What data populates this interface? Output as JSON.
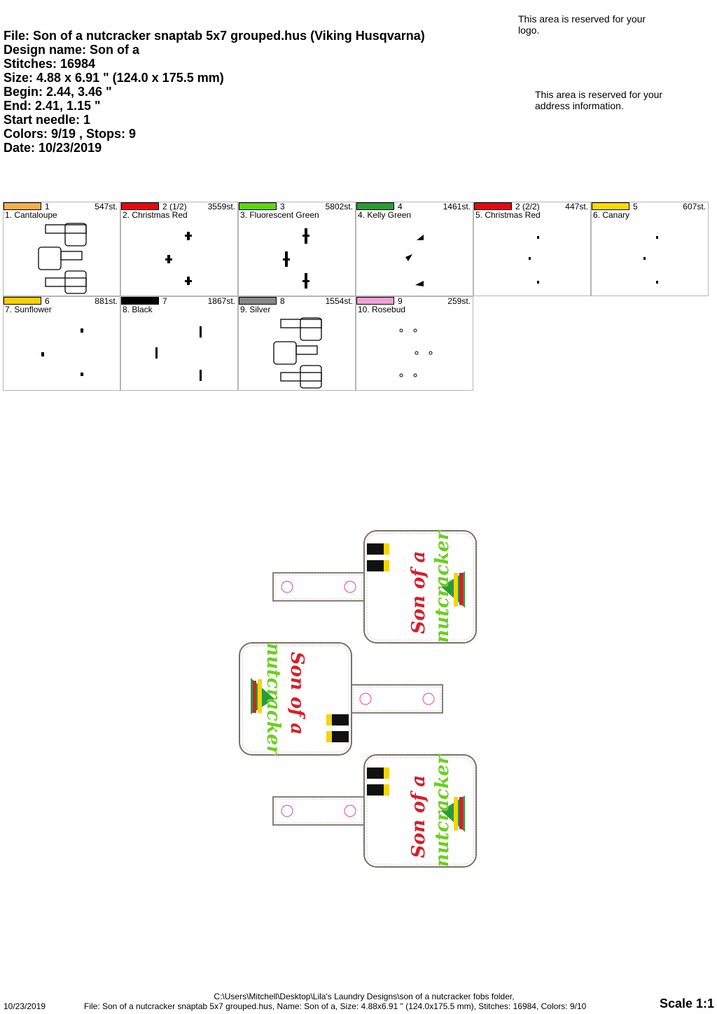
{
  "header": {
    "file": "File: Son of a nutcracker snaptab 5x7 grouped.hus  (Viking Husqvarna)",
    "design_name": "Design name: Son of a",
    "stitches": "Stitches: 16984",
    "size": "Size: 4.88 x 6.91 \" (124.0 x 175.5 mm)",
    "begin": "Begin: 2.44, 3.46 \"",
    "end": "End: 2.41, 1.15 \"",
    "start_needle": "Start needle: 1",
    "colors": "Colors: 9/19 , Stops: 9",
    "date": "Date: 10/23/2019"
  },
  "notes": {
    "logo": "This area is reserved for your logo.",
    "address": "This area is reserved for your address information."
  },
  "colors": [
    {
      "num": "1",
      "stitches": "547st.",
      "name": "1. Cantaloupe",
      "color": "#f4b04b",
      "preview": "tabs"
    },
    {
      "num": "2 (1/2)",
      "stitches": "3559st.",
      "name": "2. Christmas Red",
      "color": "#e20a12",
      "preview": "text"
    },
    {
      "num": "3",
      "stitches": "5802st.",
      "name": "3. Fluorescent Green",
      "color": "#5ed416",
      "preview": "text-tall"
    },
    {
      "num": "4",
      "stitches": "1461st.",
      "name": "4. Kelly Green",
      "color": "#2e9b32",
      "preview": "tri"
    },
    {
      "num": "2 (2/2)",
      "stitches": "447st.",
      "name": "5. Christmas Red",
      "color": "#e20a12",
      "preview": "dot"
    },
    {
      "num": "5",
      "stitches": "607st.",
      "name": "6. Canary",
      "color": "#ffd800",
      "preview": "dot-r"
    },
    {
      "num": "6",
      "stitches": "881st.",
      "name": "7. Sunflower",
      "color": "#ffd000",
      "preview": "sq"
    },
    {
      "num": "7",
      "stitches": "1867st.",
      "name": "8. Black",
      "color": "#000000",
      "preview": "bar"
    },
    {
      "num": "8",
      "stitches": "1554st.",
      "name": "9. Silver",
      "color": "#888888",
      "preview": "tabs"
    },
    {
      "num": "9",
      "stitches": "259st.",
      "name": "10. Rosebud",
      "color": "#f8a0d6",
      "preview": "circles"
    }
  ],
  "footer": {
    "date": "10/23/2019",
    "path": "C:\\Users\\Mitchell\\Desktop\\Lila's Laundry Designs\\son of a nutcracker fobs folder,",
    "info": "File: Son of a nutcracker snaptab 5x7 grouped.hus, Name: Son of a, Size: 4.88x6.91 \" (124.0x175.5 mm), Stitches: 16984, Colors: 9/10",
    "scale": "Scale 1:1"
  },
  "design_text": {
    "line1": "Son of a",
    "line2": "nutcracker"
  },
  "palette": {
    "red": "#d81e2a",
    "green": "#6ccf1e",
    "yellow": "#f2d50c",
    "dark_green": "#2c9a3a",
    "black": "#111111",
    "outline": "#7a716b",
    "pink": "#e8609e"
  }
}
